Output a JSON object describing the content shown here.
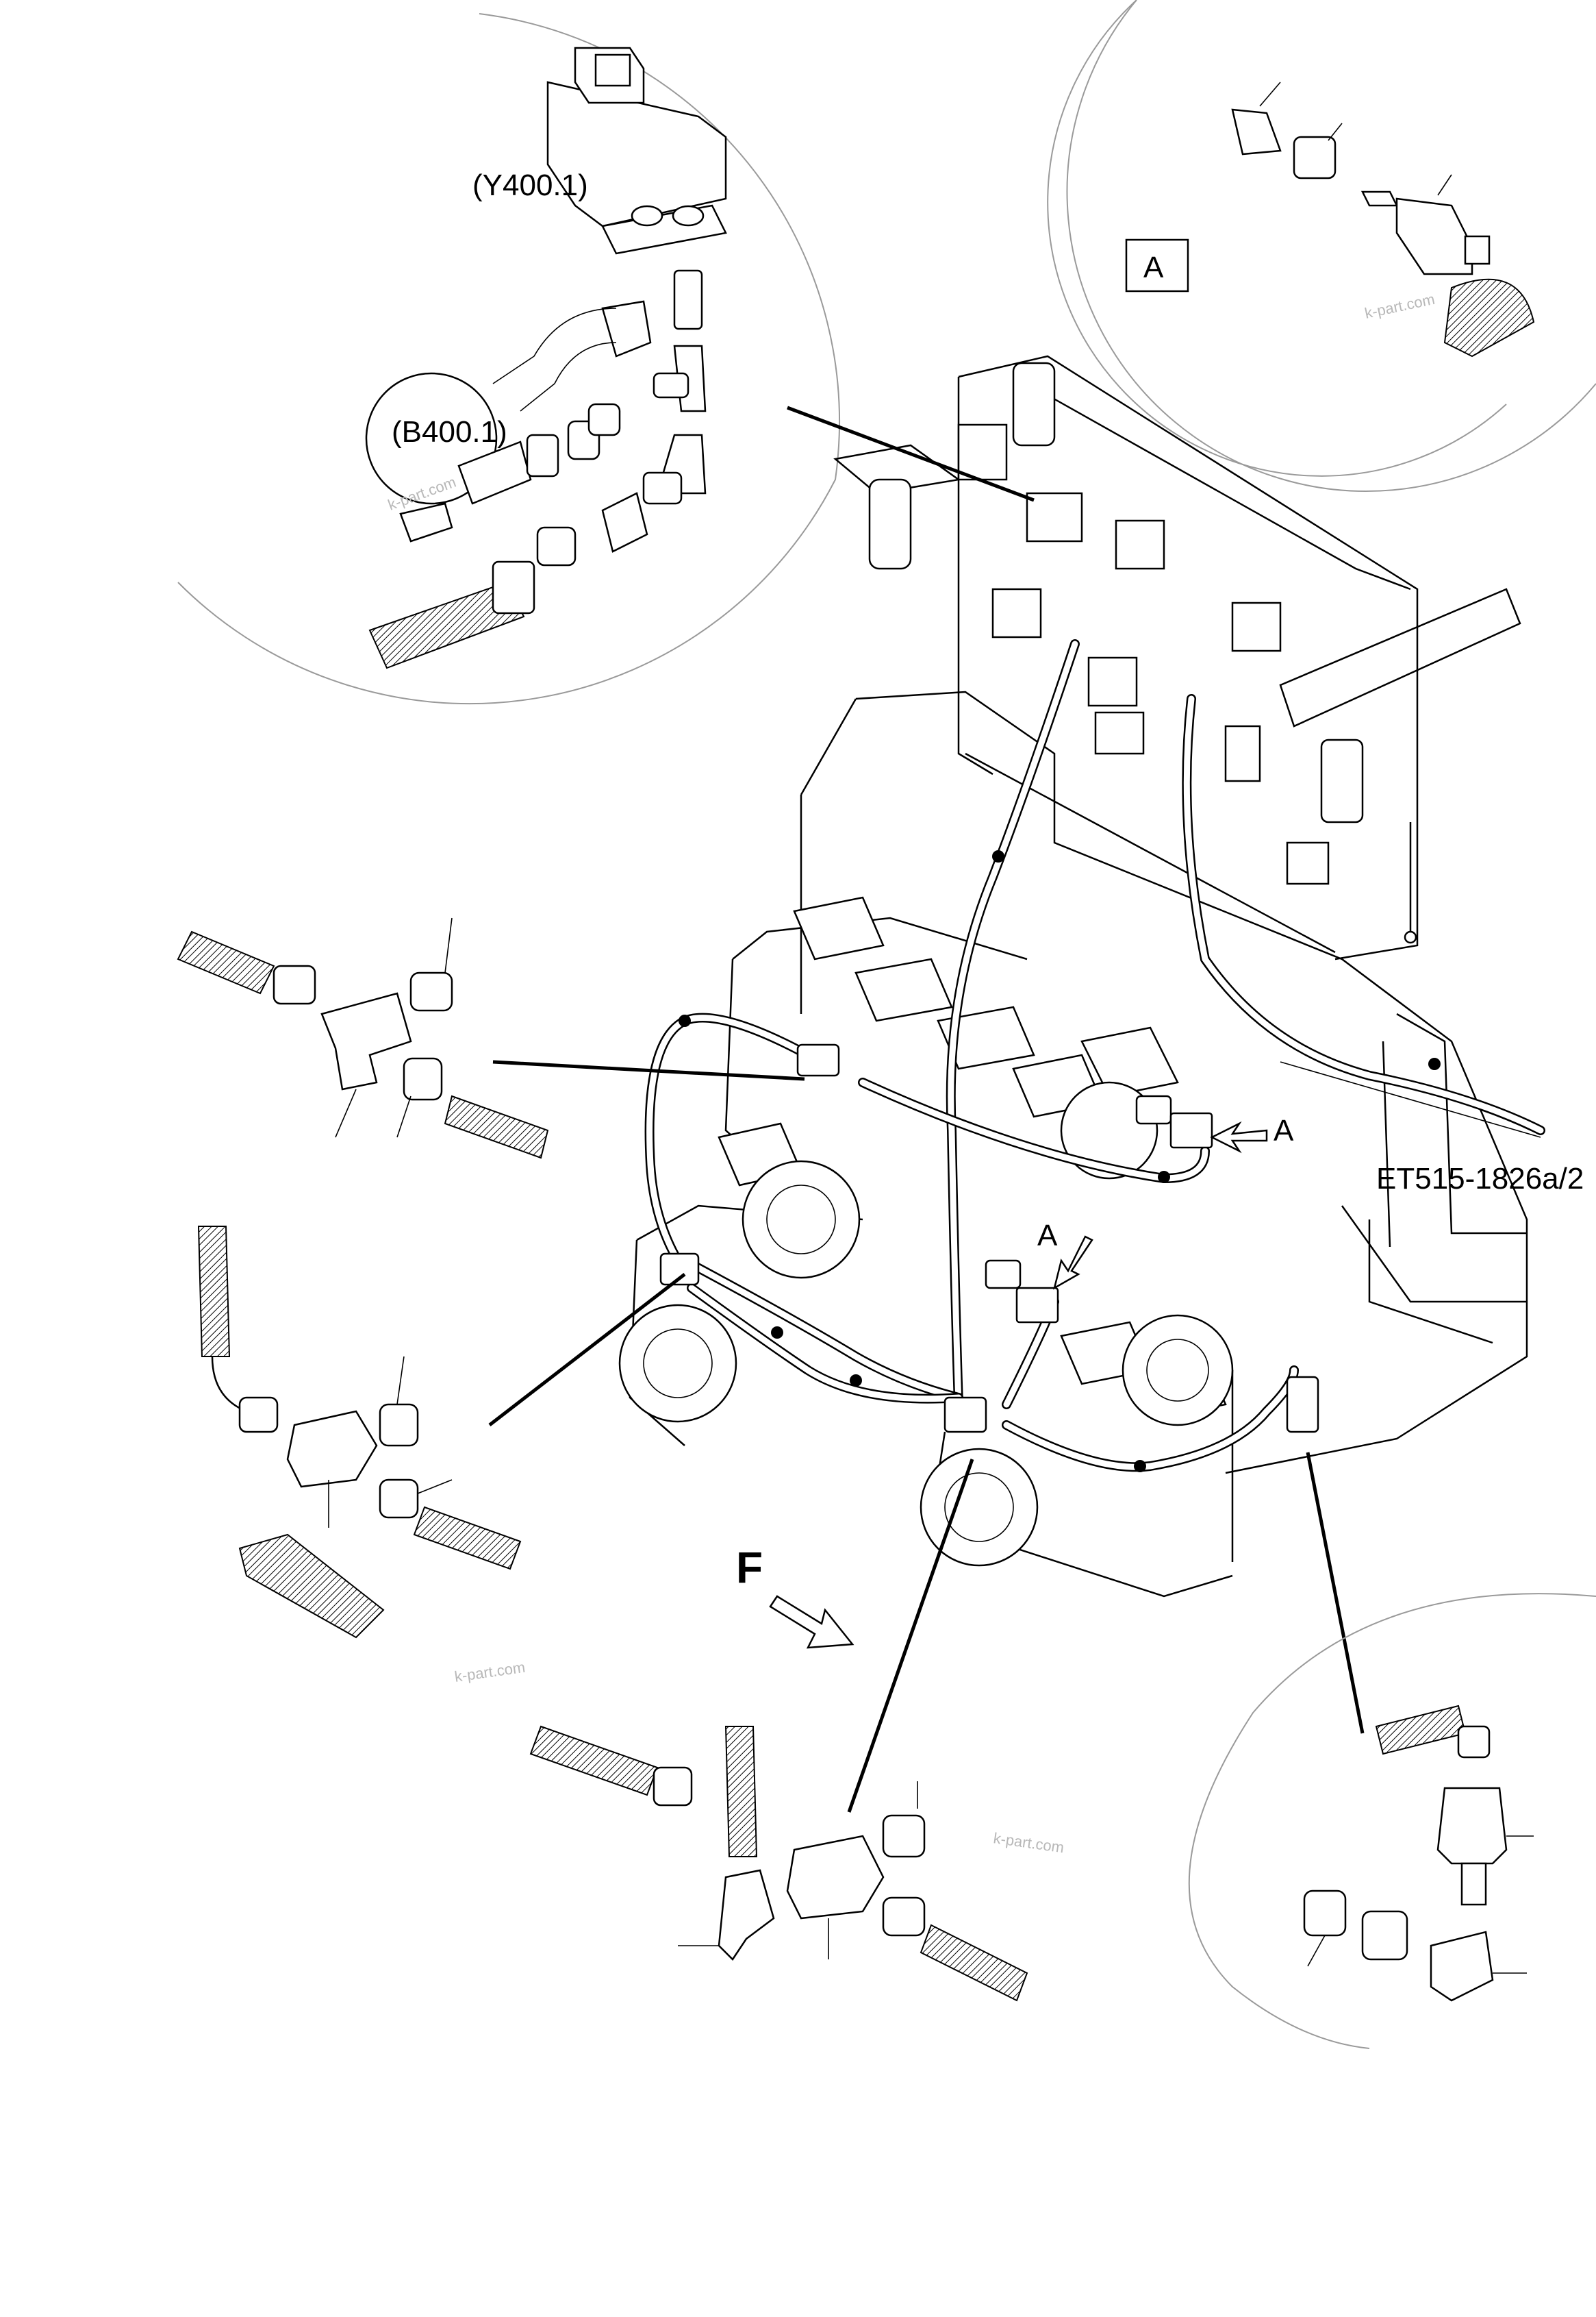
{
  "callouts": {
    "valve_y400": "(Y400.1)",
    "sensor_b400": "(B400.1)",
    "detail_box": "A",
    "arrow_a_upper": "A",
    "arrow_a_lower": "A",
    "direction_f": "F",
    "drawing_number": "ET515-1826a/2"
  },
  "watermarks": [
    "k-part.com",
    "k-part.com",
    "k-part.com",
    "k-part.com"
  ],
  "colors": {
    "line": "#000000",
    "background": "#ffffff",
    "detail_circle": "#9a9a9a",
    "watermark": "#b8b8b8"
  }
}
